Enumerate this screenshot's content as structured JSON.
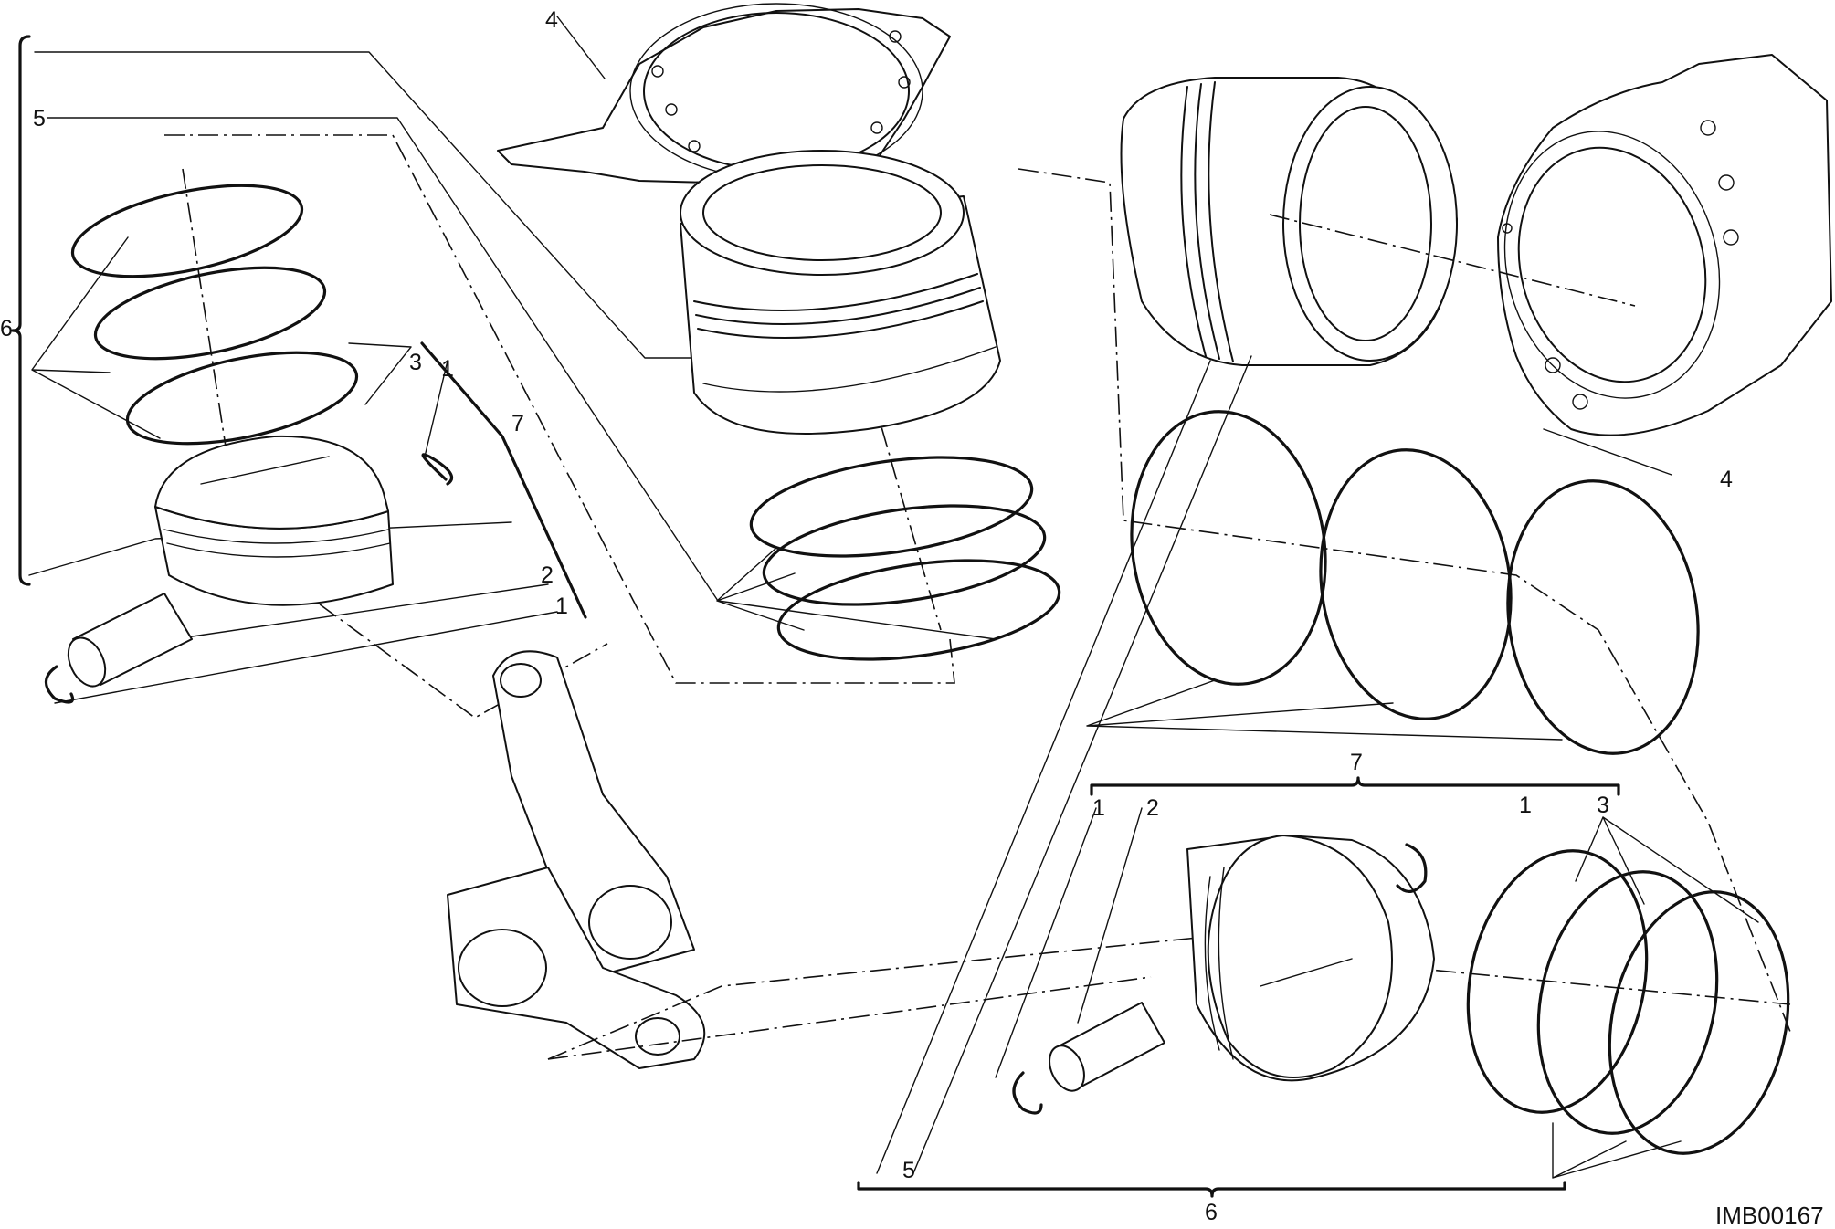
{
  "diagram_id": "IMB00167",
  "callouts": {
    "left_6": "6",
    "left_5": "5",
    "left_4": "4",
    "left_3": "3",
    "left_1_top": "1",
    "left_7": "7",
    "left_2": "2",
    "left_1_bottom": "1",
    "right_7": "7",
    "right_1_left": "1",
    "right_2": "2",
    "right_1_right": "1",
    "right_3": "3",
    "right_4": "4",
    "right_5": "5",
    "right_6": "6"
  }
}
